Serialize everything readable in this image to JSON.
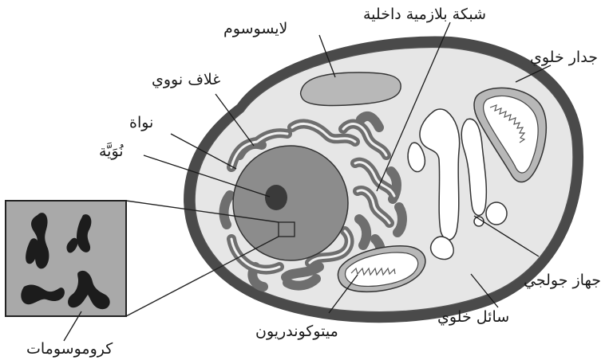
{
  "labels": {
    "lysosome": "لايسوسوم",
    "er": "شبكة بلازمية داخلية",
    "cell_wall": "جدار خلوي",
    "nuclear_envelope": "غلاف نووي",
    "nucleus": "نواة",
    "nucleolus": "نُوَيَّة",
    "golgi": "جهاز جولجي",
    "cytoplasm": "سائل خلوي",
    "mitochondrion": "ميتوكوندريون",
    "chromosomes": "كروموسومات"
  },
  "colors": {
    "cell_wall": "#4a4a4a",
    "cytoplasm": "#e6e6e6",
    "nucleus": "#8c8c8c",
    "nucleolus": "#3a3a3a",
    "organelle": "#b8b8b8",
    "er": "#6e6e6e",
    "inset_bg": "#a9a9a9",
    "chromosome": "#1c1c1c"
  }
}
